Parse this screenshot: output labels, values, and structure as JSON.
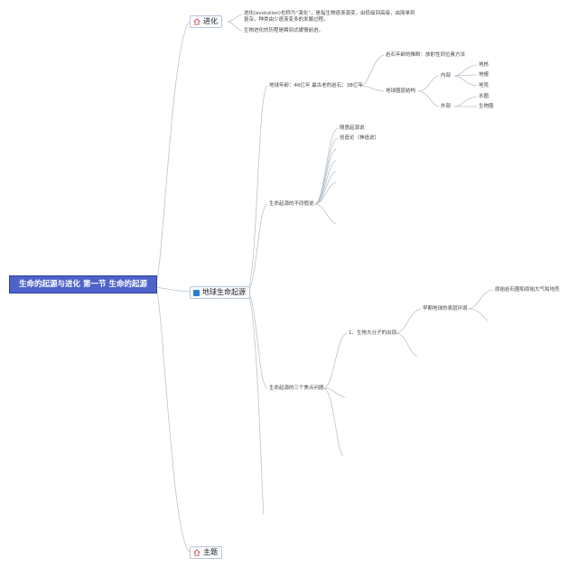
{
  "root": {
    "title": "生命的起源与进化 第一节 生命的起源"
  },
  "branches": {
    "evolution": {
      "label": "进化",
      "icon": "home-icon",
      "notes": [
        "进化(evolution)也称为“演化”，是指生物逐渐演变，由低级到高级，由简单到复杂，种类由少逐渐变多的发展过程。",
        "生物进化的历程是瞬间式缓慢前进。"
      ]
    },
    "earth_life": {
      "label": "地球生命起源",
      "icon": "flag-icon",
      "age": {
        "label": "地球年龄：46亿年 最古老的岩石：38亿年",
        "method": "岩石年龄的推断：放射性同位素方法",
        "structure": {
          "label": "地球圈层结构",
          "inner": {
            "label": "内部",
            "items": [
              "地核",
              "地幔",
              "地壳"
            ]
          },
          "outer": {
            "label": "外部",
            "items": [
              "水圈",
              "生物圈"
            ]
          }
        }
      },
      "hypotheses": {
        "label": "生命起源的不同假说",
        "items": [
          "随意起源说",
          "创造论（神造说）"
        ]
      },
      "questions": {
        "label": "生命起源的三个焦点问题",
        "first": {
          "label": "1、生物大分子的出现",
          "env": {
            "label": "早期地球的表层环境",
            "detail": "原始岩石圈和原始大气和地壳"
          }
        }
      }
    },
    "theme": {
      "label": "主题",
      "icon": "home-icon"
    }
  },
  "colors": {
    "root_fill": "#4d63c9",
    "connector": "#b8c3cc",
    "flag": "#2a7bd3",
    "house": "#d9534f"
  }
}
